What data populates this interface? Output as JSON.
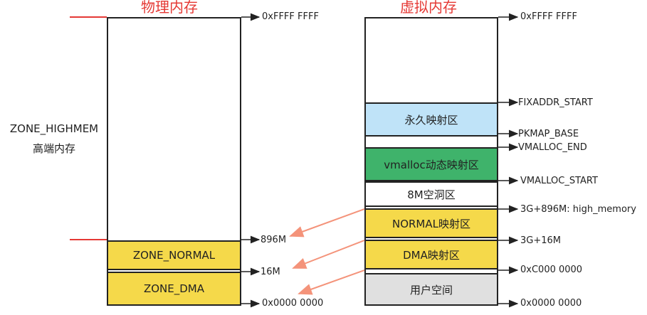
{
  "titles": {
    "physical": "物理内存",
    "virtual": "虚拟内存"
  },
  "left_labels": {
    "zone_highmem": "ZONE_HIGHMEM",
    "highmem_cn": "高端内存"
  },
  "physical_blocks": {
    "zone_normal": "ZONE_NORMAL",
    "zone_dma": "ZONE_DMA"
  },
  "physical_addresses": {
    "top": "0xFFFF FFFF",
    "m896": "896M",
    "m16": "16M",
    "bottom": "0x0000 0000"
  },
  "virtual_blocks": {
    "permanent_map": "永久映射区",
    "vmalloc": "vmalloc动态映射区",
    "gap_8m": "8M空洞区",
    "normal_map": "NORMAL映射区",
    "dma_map": "DMA映射区",
    "user_space": "用户空间"
  },
  "virtual_addresses": {
    "top": "0xFFFF FFFF",
    "fixaddr_start": "FIXADDR_START",
    "pkmap_base": "PKMAP_BASE",
    "vmalloc_end": "VMALLOC_END",
    "vmalloc_start": "VMALLOC_START",
    "high_memory": "3G+896M: high_memory",
    "g3_16m": "3G+16M",
    "c000": "0xC000 0000",
    "bottom": "0x0000 0000"
  },
  "colors": {
    "title_red": "#e53935",
    "yellow": "#f5d94a",
    "light_blue": "#bfe3f8",
    "green": "#3fb36b",
    "gray": "#e0e0e0",
    "salmon": "#f4937a"
  }
}
